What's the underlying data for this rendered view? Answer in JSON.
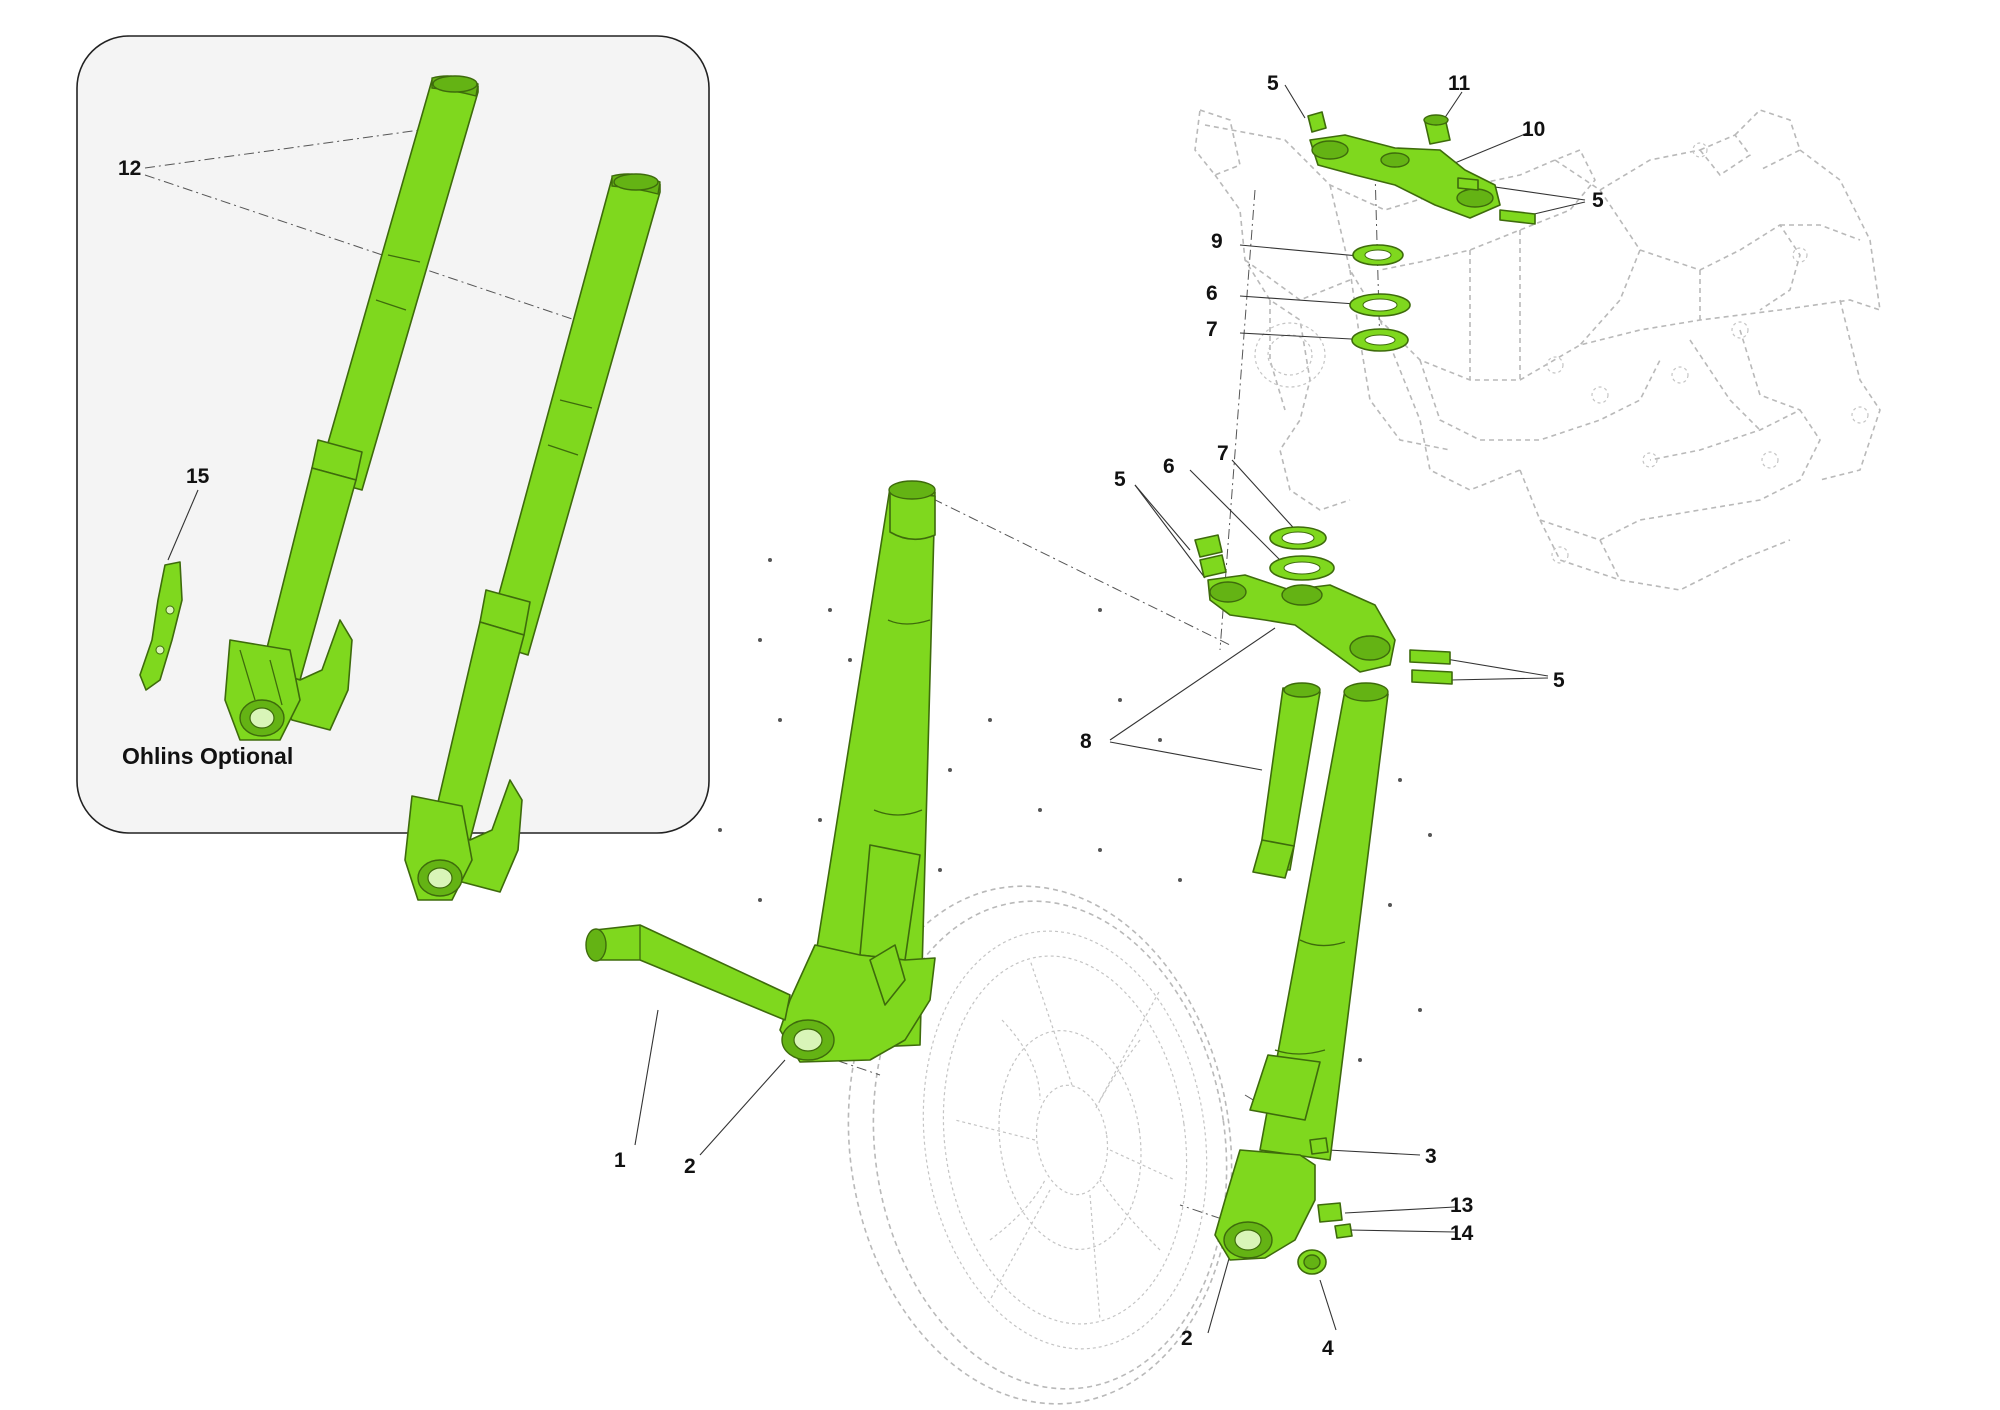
{
  "diagram": {
    "inset": {
      "caption": "Ohlins Optional",
      "labels": [
        "12",
        "15"
      ]
    },
    "labels": {
      "p1": "1",
      "p2a": "2",
      "p2b": "2",
      "p3": "3",
      "p4": "4",
      "p5a": "5",
      "p5b": "5",
      "p5c": "5",
      "p5d": "5",
      "p6a": "6",
      "p6b": "6",
      "p7a": "7",
      "p7b": "7",
      "p8": "8",
      "p9": "9",
      "p10": "10",
      "p11": "11",
      "p13": "13",
      "p14": "14"
    },
    "colors": {
      "part_fill": "#7fd81e",
      "part_outline": "#3e6b0c",
      "inset_background": "#f4f4f4",
      "ghost_outline": "#b9b9b9",
      "label_text": "#111111"
    }
  }
}
